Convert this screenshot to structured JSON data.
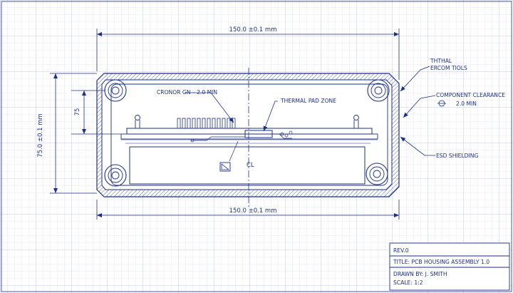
{
  "drawing": {
    "colors": {
      "ink": "#1b2f8f",
      "grid_minor": "#d8dcee",
      "grid_major": "#b8bfdc",
      "paper": "#ffffff"
    },
    "dimensions": {
      "top_width": "150.0 ±0.1 mm",
      "bottom_width": "150.0 ±0.1 mm",
      "left_height": "75.0 ±0.1 mm",
      "inner_height": "75"
    },
    "callouts": {
      "thermal_tools_line1": "THTHAL",
      "thermal_tools_line2": "ERCOM TIOLS",
      "component_clearance": "COMPONENT CLEARANCE",
      "clearance_value": "2.0 MIN",
      "esd_shielding": "ESD SHIELDING",
      "cronor_gn": "CRONOR GN – 2.0 MIN",
      "thermal_pad_zone": "THERMAL PAD ZONE",
      "centerline": "CL"
    },
    "title_block": {
      "rev": "REV.0",
      "title": "TITLE: PCB HOUSING ASSEMBLY 1.0",
      "drawn_by": "DRAWN BY: J. SMITH",
      "scale": "SCALE: 1:2"
    }
  }
}
